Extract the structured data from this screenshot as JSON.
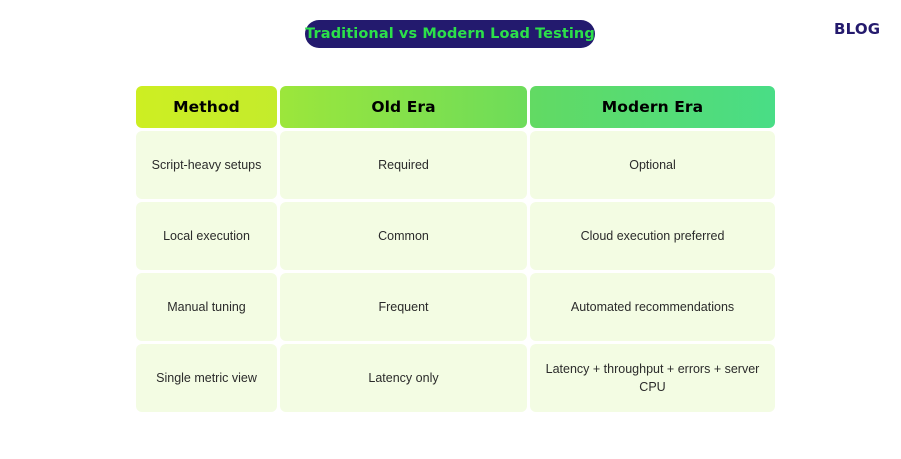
{
  "page": {
    "background_color": "#ffffff"
  },
  "title": {
    "text": "Traditional vs Modern Load Testing",
    "pill_background": "#231a6e",
    "text_color": "#2ce04a"
  },
  "brand": {
    "text": "BLOG",
    "color": "#241a6d"
  },
  "table": {
    "headers": [
      {
        "label": "Method",
        "gradient_from": "#cdee22",
        "gradient_to": "#c4ec2c"
      },
      {
        "label": "Old Era",
        "gradient_from": "#9ce63b",
        "gradient_to": "#6ddc5a"
      },
      {
        "label": "Modern Era",
        "gradient_from": "#62da63",
        "gradient_to": "#49dd86"
      }
    ],
    "cell_background": "#f3fce3",
    "cell_text_color": "#2b2b2b",
    "rows": [
      {
        "method": "Script-heavy setups",
        "old_era": "Required",
        "modern_era": "Optional"
      },
      {
        "method": "Local execution",
        "old_era": "Common",
        "modern_era": "Cloud execution preferred"
      },
      {
        "method": "Manual tuning",
        "old_era": "Frequent",
        "modern_era": "Automated recommendations"
      },
      {
        "method": "Single metric view",
        "old_era": "Latency only",
        "modern_era": "Latency + throughput + errors + server CPU"
      }
    ]
  }
}
